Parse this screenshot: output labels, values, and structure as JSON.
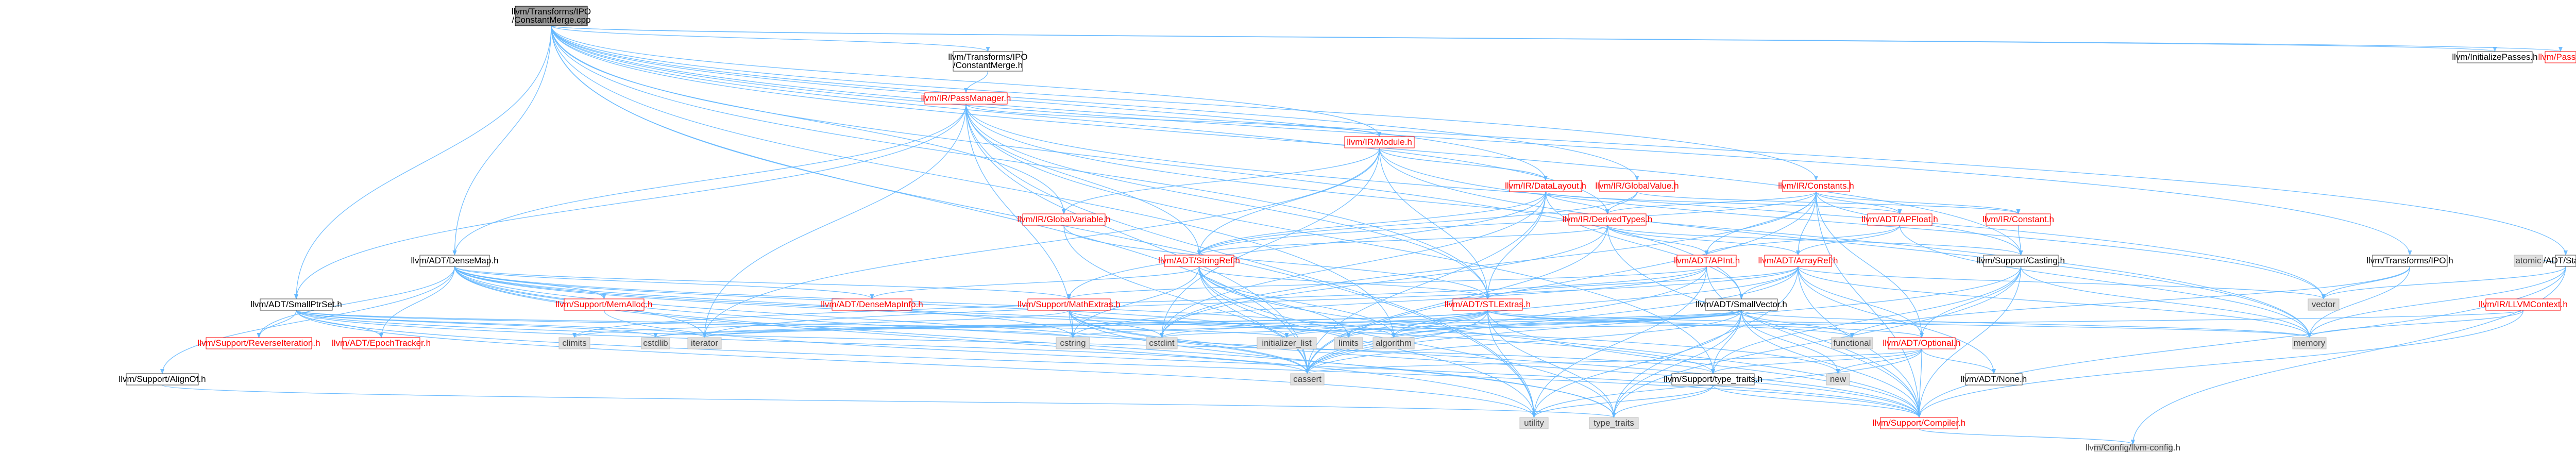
{
  "colors": {
    "root_fill": "#999999",
    "node_fill": "#ffffff",
    "node_border": "#ff0000",
    "node_border_missing": "#bfbfbf",
    "missing_fill": "#e0e0e0",
    "red_text": "#ff0000",
    "text": "#000000",
    "gray_text": "#404040",
    "edge": "#63b8ff"
  },
  "nodes": [
    {
      "id": "root",
      "lines": [
        "llvm/Transforms/IPO",
        "/ConstantMerge.cpp"
      ],
      "style": "root"
    },
    {
      "id": "constmerge_h",
      "lines": [
        "llvm/Transforms/IPO",
        "/ConstantMerge.h"
      ],
      "style": "normal"
    },
    {
      "id": "passmanager",
      "lines": [
        "llvm/IR/PassManager.h"
      ],
      "style": "red"
    },
    {
      "id": "module",
      "lines": [
        "llvm/IR/Module.h"
      ],
      "style": "red"
    },
    {
      "id": "datalayout",
      "lines": [
        "llvm/IR/DataLayout.h"
      ],
      "style": "red"
    },
    {
      "id": "globalvalue",
      "lines": [
        "llvm/IR/GlobalValue.h"
      ],
      "style": "red"
    },
    {
      "id": "constants",
      "lines": [
        "llvm/IR/Constants.h"
      ],
      "style": "red"
    },
    {
      "id": "globalvariable",
      "lines": [
        "llvm/IR/GlobalVariable.h"
      ],
      "style": "red"
    },
    {
      "id": "derivedtypes",
      "lines": [
        "llvm/IR/DerivedTypes.h"
      ],
      "style": "red"
    },
    {
      "id": "apfloat",
      "lines": [
        "llvm/ADT/APFloat.h"
      ],
      "style": "red"
    },
    {
      "id": "ir_constant",
      "lines": [
        "llvm/IR/Constant.h"
      ],
      "style": "red"
    },
    {
      "id": "stringref",
      "lines": [
        "llvm/ADT/StringRef.h"
      ],
      "style": "red"
    },
    {
      "id": "apint",
      "lines": [
        "llvm/ADT/APInt.h"
      ],
      "style": "red"
    },
    {
      "id": "arrayref",
      "lines": [
        "llvm/ADT/ArrayRef.h"
      ],
      "style": "red"
    },
    {
      "id": "casting",
      "lines": [
        "llvm/Support/Casting.h"
      ],
      "style": "normal"
    },
    {
      "id": "densemap",
      "lines": [
        "llvm/ADT/DenseMap.h"
      ],
      "style": "normal"
    },
    {
      "id": "smallptrset",
      "lines": [
        "llvm/ADT/SmallPtrSet.h"
      ],
      "style": "normal"
    },
    {
      "id": "memalloc",
      "lines": [
        "llvm/Support/MemAlloc.h"
      ],
      "style": "red"
    },
    {
      "id": "densemapinfo",
      "lines": [
        "llvm/ADT/DenseMapInfo.h"
      ],
      "style": "red"
    },
    {
      "id": "mathextras",
      "lines": [
        "llvm/Support/MathExtras.h"
      ],
      "style": "red"
    },
    {
      "id": "stlextras",
      "lines": [
        "llvm/ADT/STLExtras.h"
      ],
      "style": "red"
    },
    {
      "id": "smallvector",
      "lines": [
        "llvm/ADT/SmallVector.h"
      ],
      "style": "normal"
    },
    {
      "id": "reverseiteration",
      "lines": [
        "llvm/Support/ReverseIteration.h"
      ],
      "style": "red"
    },
    {
      "id": "epochtracker",
      "lines": [
        "llvm/ADT/EpochTracker.h"
      ],
      "style": "red"
    },
    {
      "id": "alignof",
      "lines": [
        "llvm/Support/AlignOf.h"
      ],
      "style": "normal"
    },
    {
      "id": "optional",
      "lines": [
        "llvm/ADT/Optional.h"
      ],
      "style": "red"
    },
    {
      "id": "adtnone",
      "lines": [
        "llvm/ADT/None.h"
      ],
      "style": "normal"
    },
    {
      "id": "typetraits",
      "lines": [
        "llvm/Support/type_traits.h"
      ],
      "style": "normal"
    },
    {
      "id": "compiler",
      "lines": [
        "llvm/Support/Compiler.h"
      ],
      "style": "red"
    },
    {
      "id": "llvmconfig",
      "lines": [
        "llvm/Config/llvm-config.h"
      ],
      "style": "gray"
    },
    {
      "id": "ipo_h",
      "lines": [
        "llvm/Transforms/IPO.h"
      ],
      "style": "normal"
    },
    {
      "id": "llvmcontext",
      "lines": [
        "llvm/IR/LLVMContext.h"
      ],
      "style": "red"
    },
    {
      "id": "statistic",
      "lines": [
        "llvm/ADT/Statistic.h"
      ],
      "style": "normal"
    },
    {
      "id": "initpasses",
      "lines": [
        "llvm/InitializePasses.h"
      ],
      "style": "normal"
    },
    {
      "id": "pass",
      "lines": [
        "llvm/Pass.h"
      ],
      "style": "red"
    },
    {
      "id": "cstdint",
      "lines": [
        "cstdint"
      ],
      "style": "gray"
    },
    {
      "id": "initlist",
      "lines": [
        "initializer_list"
      ],
      "style": "gray"
    },
    {
      "id": "limits",
      "lines": [
        "limits"
      ],
      "style": "gray"
    },
    {
      "id": "algorithm",
      "lines": [
        "algorithm"
      ],
      "style": "gray"
    },
    {
      "id": "cstring",
      "lines": [
        "cstring"
      ],
      "style": "gray"
    },
    {
      "id": "climits",
      "lines": [
        "climits"
      ],
      "style": "gray"
    },
    {
      "id": "cstdlib",
      "lines": [
        "cstdlib"
      ],
      "style": "gray"
    },
    {
      "id": "iterator",
      "lines": [
        "iterator"
      ],
      "style": "gray"
    },
    {
      "id": "functional",
      "lines": [
        "functional"
      ],
      "style": "gray"
    },
    {
      "id": "memory",
      "lines": [
        "memory"
      ],
      "style": "gray"
    },
    {
      "id": "vector",
      "lines": [
        "vector"
      ],
      "style": "gray"
    },
    {
      "id": "atomic",
      "lines": [
        "atomic"
      ],
      "style": "gray"
    },
    {
      "id": "cassert",
      "lines": [
        "cassert"
      ],
      "style": "gray"
    },
    {
      "id": "new",
      "lines": [
        "new"
      ],
      "style": "gray"
    },
    {
      "id": "utility",
      "lines": [
        "utility"
      ],
      "style": "gray"
    },
    {
      "id": "type_traits",
      "lines": [
        "type_traits"
      ],
      "style": "gray"
    }
  ],
  "edges": [
    [
      "root",
      "constmerge_h"
    ],
    [
      "root",
      "constants"
    ],
    [
      "root",
      "datalayout"
    ],
    [
      "root",
      "derivedtypes"
    ],
    [
      "root",
      "globalvalue"
    ],
    [
      "root",
      "globalvariable"
    ],
    [
      "root",
      "module"
    ],
    [
      "root",
      "initpasses"
    ],
    [
      "root",
      "pass"
    ],
    [
      "root",
      "ipo_h"
    ],
    [
      "root",
      "casting"
    ],
    [
      "root",
      "statistic"
    ],
    [
      "root",
      "stlextras"
    ],
    [
      "root",
      "smallptrset"
    ],
    [
      "root",
      "smallvector"
    ],
    [
      "root",
      "densemap"
    ],
    [
      "root",
      "algorithm"
    ],
    [
      "root",
      "cassert"
    ],
    [
      "root",
      "utility"
    ],
    [
      "constmerge_h",
      "passmanager"
    ],
    [
      "passmanager",
      "module"
    ],
    [
      "passmanager",
      "densemap"
    ],
    [
      "passmanager",
      "smallptrset"
    ],
    [
      "passmanager",
      "stringref"
    ],
    [
      "passmanager",
      "stlextras"
    ],
    [
      "passmanager",
      "typetraits"
    ],
    [
      "passmanager",
      "cassert"
    ],
    [
      "passmanager",
      "cstring"
    ],
    [
      "passmanager",
      "iterator"
    ],
    [
      "passmanager",
      "memory"
    ],
    [
      "passmanager",
      "vector"
    ],
    [
      "passmanager",
      "utility"
    ],
    [
      "module",
      "globalvariable"
    ],
    [
      "module",
      "datalayout"
    ],
    [
      "module",
      "stringref"
    ],
    [
      "module",
      "stlextras"
    ],
    [
      "module",
      "cstddef_missing"
    ],
    [
      "module",
      "cstdint"
    ],
    [
      "module",
      "iterator"
    ],
    [
      "module",
      "memory"
    ],
    [
      "module",
      "vector"
    ],
    [
      "datalayout",
      "derivedtypes"
    ],
    [
      "datalayout",
      "apfloat"
    ],
    [
      "datalayout",
      "stringref"
    ],
    [
      "datalayout",
      "smallvector"
    ],
    [
      "datalayout",
      "stlextras"
    ],
    [
      "datalayout",
      "mathextras"
    ],
    [
      "datalayout",
      "cassert"
    ],
    [
      "datalayout",
      "cstdint"
    ],
    [
      "globalvalue",
      "derivedtypes"
    ],
    [
      "globalvalue",
      "ir_constant"
    ],
    [
      "globalvalue",
      "stringref"
    ],
    [
      "constants",
      "apfloat"
    ],
    [
      "constants",
      "apint"
    ],
    [
      "constants",
      "arrayref"
    ],
    [
      "constants",
      "ir_constant"
    ],
    [
      "constants",
      "derivedtypes"
    ],
    [
      "constants",
      "stringref"
    ],
    [
      "constants",
      "casting"
    ],
    [
      "constants",
      "compiler"
    ],
    [
      "constants",
      "cassert"
    ],
    [
      "constants",
      "cstddef_missing"
    ],
    [
      "constants",
      "cstdint"
    ],
    [
      "constants",
      "optional"
    ],
    [
      "globalvariable",
      "stlextras"
    ],
    [
      "globalvariable",
      "cassert"
    ],
    [
      "derivedtypes",
      "apint"
    ],
    [
      "derivedtypes",
      "arrayref"
    ],
    [
      "derivedtypes",
      "stringref"
    ],
    [
      "derivedtypes",
      "casting"
    ],
    [
      "derivedtypes",
      "compiler"
    ],
    [
      "derivedtypes",
      "cassert"
    ],
    [
      "derivedtypes",
      "cstdint"
    ],
    [
      "apfloat",
      "apint"
    ],
    [
      "apfloat",
      "arrayref"
    ],
    [
      "apfloat",
      "memory"
    ],
    [
      "ir_constant",
      "casting"
    ],
    [
      "stringref",
      "stlextras"
    ],
    [
      "stringref",
      "compiler"
    ],
    [
      "stringref",
      "algorithm"
    ],
    [
      "stringref",
      "cassert"
    ],
    [
      "stringref",
      "cstring"
    ],
    [
      "stringref",
      "limits"
    ],
    [
      "stringref",
      "type_traits"
    ],
    [
      "stringref",
      "utility"
    ],
    [
      "stringref",
      "densemapinfo"
    ],
    [
      "apint",
      "compiler"
    ],
    [
      "apint",
      "mathextras"
    ],
    [
      "apint",
      "cassert"
    ],
    [
      "apint",
      "climits"
    ],
    [
      "apint",
      "cstring"
    ],
    [
      "apint",
      "utility"
    ],
    [
      "arrayref",
      "smallvector"
    ],
    [
      "arrayref",
      "stlextras"
    ],
    [
      "arrayref",
      "compiler"
    ],
    [
      "arrayref",
      "algorithm"
    ],
    [
      "arrayref",
      "array"
    ],
    [
      "arrayref",
      "cassert"
    ],
    [
      "arrayref",
      "iterator"
    ],
    [
      "arrayref",
      "memory"
    ],
    [
      "arrayref",
      "type_traits"
    ],
    [
      "arrayref",
      "vector"
    ],
    [
      "arrayref",
      "optional"
    ],
    [
      "arrayref",
      "adtnone"
    ],
    [
      "casting",
      "compiler"
    ],
    [
      "casting",
      "typetraits"
    ],
    [
      "casting",
      "cassert"
    ],
    [
      "casting",
      "memory"
    ],
    [
      "casting",
      "type_traits"
    ],
    [
      "casting",
      "optional"
    ],
    [
      "densemap",
      "densemapinfo"
    ],
    [
      "densemap",
      "epochtracker"
    ],
    [
      "densemap",
      "alignof"
    ],
    [
      "densemap",
      "compiler"
    ],
    [
      "densemap",
      "mathextras"
    ],
    [
      "densemap",
      "memalloc"
    ],
    [
      "densemap",
      "reverseiteration"
    ],
    [
      "densemap",
      "typetraits"
    ],
    [
      "densemap",
      "algorithm"
    ],
    [
      "densemap",
      "cassert"
    ],
    [
      "densemap",
      "cstddef_missing"
    ],
    [
      "densemap",
      "cstring"
    ],
    [
      "densemap",
      "initlist"
    ],
    [
      "densemap",
      "iterator"
    ],
    [
      "densemap",
      "new"
    ],
    [
      "densemap",
      "type_traits"
    ],
    [
      "densemap",
      "utility"
    ],
    [
      "smallptrset",
      "epochtracker"
    ],
    [
      "smallptrset",
      "compiler"
    ],
    [
      "smallptrset",
      "reverseiteration"
    ],
    [
      "smallptrset",
      "typetraits"
    ],
    [
      "smallptrset",
      "cassert"
    ],
    [
      "smallptrset",
      "cstddef_missing"
    ],
    [
      "smallptrset",
      "cstdlib"
    ],
    [
      "smallptrset",
      "cstring"
    ],
    [
      "smallptrset",
      "initlist"
    ],
    [
      "smallptrset",
      "iterator"
    ],
    [
      "smallptrset",
      "utility"
    ],
    [
      "memalloc",
      "compiler"
    ],
    [
      "mathextras",
      "compiler"
    ],
    [
      "mathextras",
      "cassert"
    ],
    [
      "mathextras",
      "climits"
    ],
    [
      "mathextras",
      "cstdint"
    ],
    [
      "mathextras",
      "cstring"
    ],
    [
      "mathextras",
      "limits"
    ],
    [
      "mathextras",
      "type_traits"
    ],
    [
      "stlextras",
      "compiler"
    ],
    [
      "stlextras",
      "algorithm"
    ],
    [
      "stlextras",
      "cassert"
    ],
    [
      "stlextras",
      "cstddef_missing"
    ],
    [
      "stlextras",
      "cstdint"
    ],
    [
      "stlextras",
      "cstdlib"
    ],
    [
      "stlextras",
      "functional"
    ],
    [
      "stlextras",
      "initlist"
    ],
    [
      "stlextras",
      "iterator"
    ],
    [
      "stlextras",
      "limits"
    ],
    [
      "stlextras",
      "memory"
    ],
    [
      "stlextras",
      "type_traits"
    ],
    [
      "stlextras",
      "utility"
    ],
    [
      "stlextras",
      "optional"
    ],
    [
      "smallvector",
      "compiler"
    ],
    [
      "smallvector",
      "typetraits"
    ],
    [
      "smallvector",
      "algorithm"
    ],
    [
      "smallvector",
      "cassert"
    ],
    [
      "smallvector",
      "cstddef_missing"
    ],
    [
      "smallvector",
      "cstdlib"
    ],
    [
      "smallvector",
      "cstring"
    ],
    [
      "smallvector",
      "functional"
    ],
    [
      "smallvector",
      "initlist"
    ],
    [
      "smallvector",
      "iterator"
    ],
    [
      "smallvector",
      "limits"
    ],
    [
      "smallvector",
      "memory"
    ],
    [
      "smallvector",
      "new"
    ],
    [
      "smallvector",
      "type_traits"
    ],
    [
      "smallvector",
      "utility"
    ],
    [
      "alignof",
      "type_traits"
    ],
    [
      "optional",
      "compiler"
    ],
    [
      "optional",
      "typetraits"
    ],
    [
      "optional",
      "adtnone"
    ],
    [
      "optional",
      "cassert"
    ],
    [
      "optional",
      "new"
    ],
    [
      "optional",
      "utility"
    ],
    [
      "typetraits",
      "compiler"
    ],
    [
      "typetraits",
      "type_traits"
    ],
    [
      "typetraits",
      "utility"
    ],
    [
      "compiler",
      "llvmconfig"
    ],
    [
      "ipo_h",
      "functional"
    ],
    [
      "ipo_h",
      "memory"
    ],
    [
      "ipo_h",
      "vector"
    ],
    [
      "statistic",
      "compiler"
    ],
    [
      "statistic",
      "llvmconfig"
    ],
    [
      "statistic",
      "atomic"
    ],
    [
      "statistic",
      "memory"
    ],
    [
      "statistic",
      "vector"
    ],
    [
      "llvmcontext",
      "compiler"
    ],
    [
      "llvmcontext",
      "cstdint"
    ],
    [
      "llvmcontext",
      "memory"
    ]
  ]
}
